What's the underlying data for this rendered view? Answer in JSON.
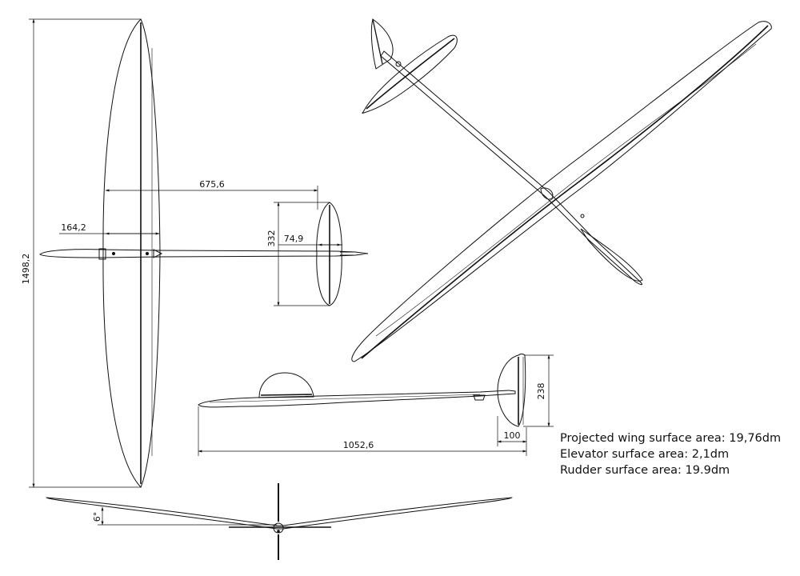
{
  "dimensions": {
    "wingspan": "1498,2",
    "wing_to_tail": "675,6",
    "nose_to_wing": "164,2",
    "stab_span": "332",
    "stab_chord": "74,9",
    "fin_height": "238",
    "fin_chord": "100",
    "fuselage_length": "1052,6",
    "dihedral": "6°"
  },
  "specs": [
    {
      "label": "Projected wing surface area: 19,76dm"
    },
    {
      "label": "Elevator surface area: 2,1dm"
    },
    {
      "label": "Rudder surface area: 19.9dm"
    }
  ]
}
